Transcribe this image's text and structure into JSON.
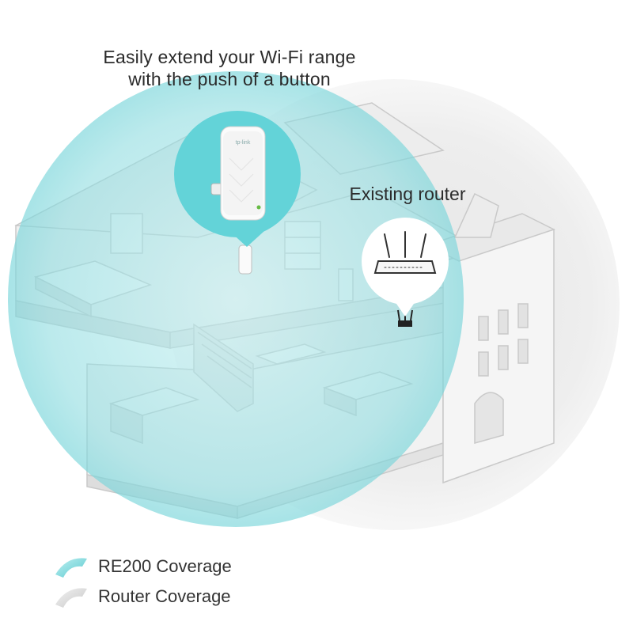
{
  "headline": {
    "line1": "Easily extend your Wi-Fi range",
    "line2": "with the push of a button"
  },
  "router_label": "Existing router",
  "extender": {
    "brand": "tp-link"
  },
  "legend": [
    {
      "label": "RE200 Coverage",
      "color": "#8fd9dc",
      "icon": "re200-coverage-arc-icon"
    },
    {
      "label": "Router Coverage",
      "color": "#d9d9d9",
      "icon": "router-coverage-arc-icon"
    }
  ],
  "colors": {
    "re200_coverage": "#7fd6da",
    "router_coverage": "#d8d8d8",
    "extender_bubble": "#63d3d8",
    "text": "#2b2b2b"
  }
}
